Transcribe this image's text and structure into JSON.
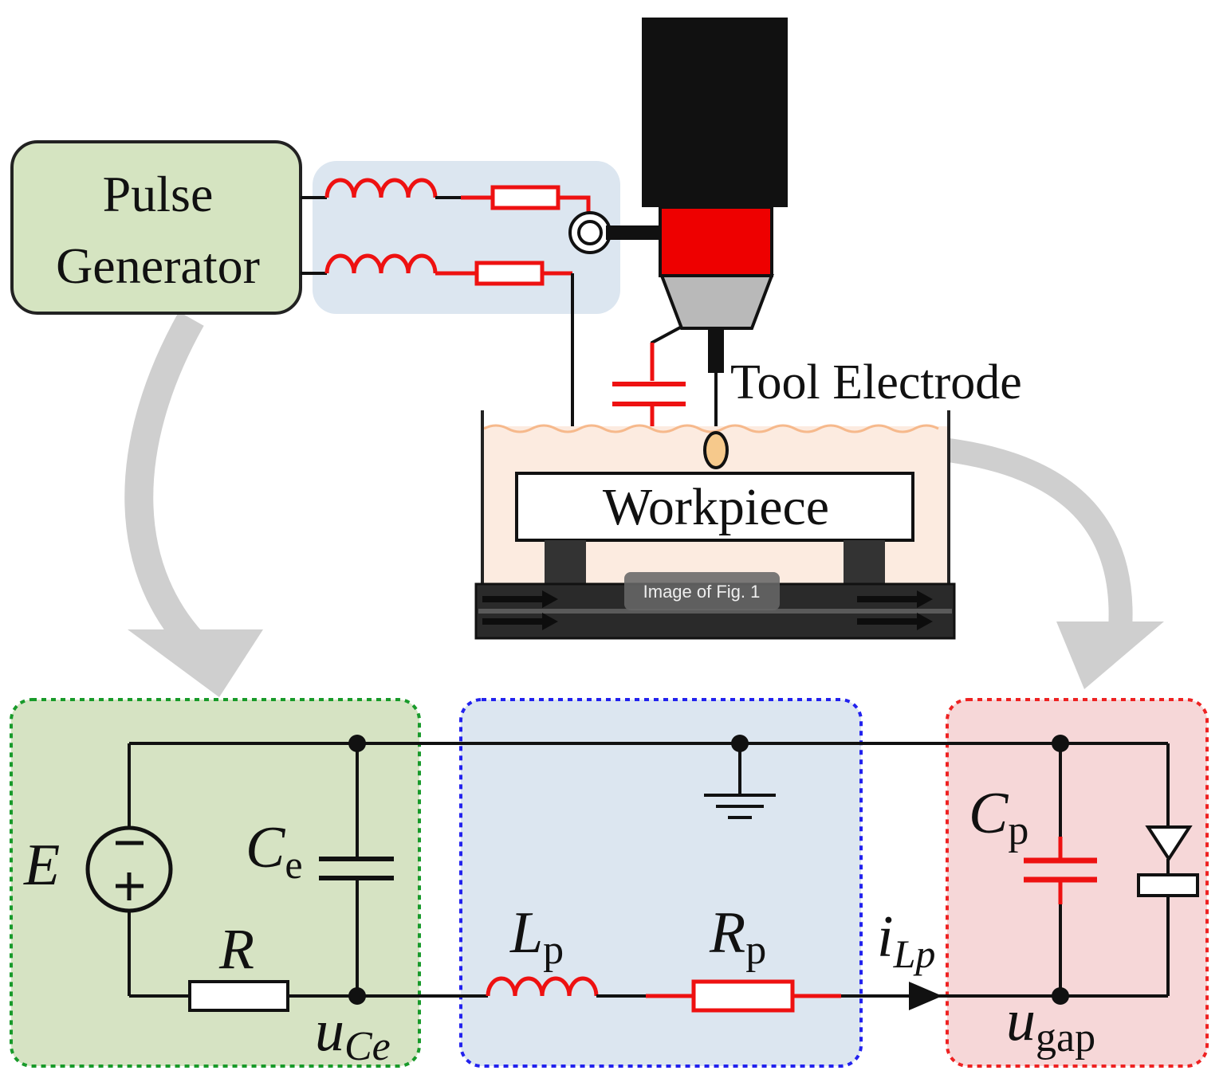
{
  "colors": {
    "green_fill": "#d6e3c3",
    "green_box": "#d5e4c1",
    "green_border": "#189a2a",
    "blue_fill": "#dce6f0",
    "blue_border": "#2222ee",
    "red_fill": "#f6d7d8",
    "red_border": "#ee2222",
    "circuit_red": "#ee1111",
    "wire": "#111111",
    "spindle_black": "#111111",
    "spindle_red": "#ee0000",
    "spindle_gray": "#b9b9b9",
    "fluid": "#fcebe0",
    "arrow_gray": "#cfcfcf"
  },
  "top": {
    "pulse_generator": {
      "line1": "Pulse",
      "line2": "Generator"
    },
    "tool_electrode_label": "Tool Electrode",
    "workpiece_label": "Workpiece",
    "overlay_badge": "Image of Fig. 1"
  },
  "circuit": {
    "E": "E",
    "R": "R",
    "Ce": {
      "base": "C",
      "sub": "e"
    },
    "uCe": {
      "base": "u",
      "sub": "Ce"
    },
    "Lp": {
      "base": "L",
      "sub": "p"
    },
    "Rp": {
      "base": "R",
      "sub": "p"
    },
    "iLp": {
      "base": "i",
      "sub": "Lp"
    },
    "Cp": {
      "base": "C",
      "sub": "p"
    },
    "ugap": {
      "base": "u",
      "sub": "gap"
    }
  }
}
